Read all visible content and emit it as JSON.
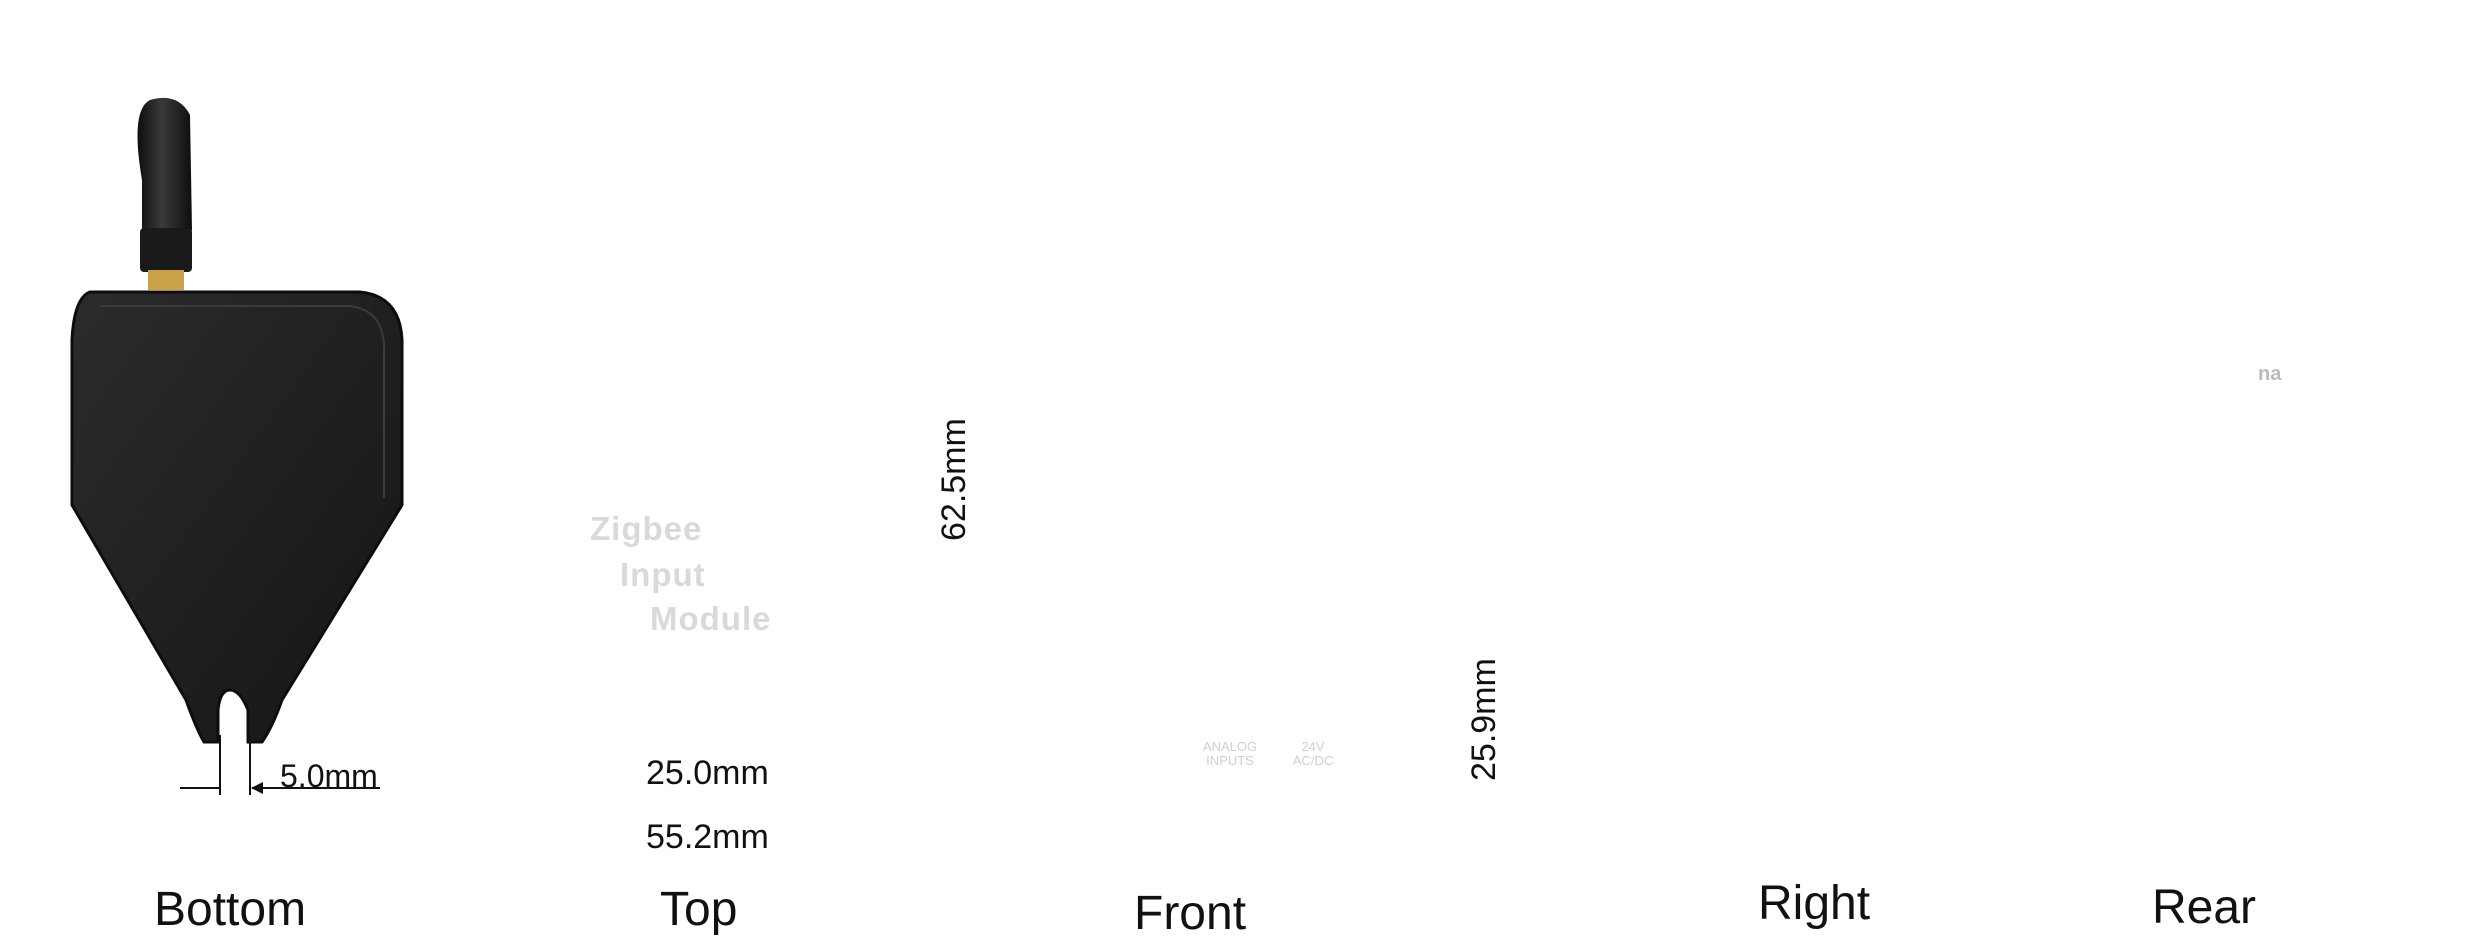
{
  "views": {
    "bottom": "Bottom",
    "top": "Top",
    "front": "Front",
    "right": "Right",
    "rear": "Rear"
  },
  "dimensions": {
    "slot_width": "5.0mm",
    "terminal_width": "25.0mm",
    "body_width": "55.2mm",
    "body_height": "62.5mm",
    "body_depth": "25.9mm"
  },
  "device": {
    "label_line1": "Zigbee",
    "label_line2": "Input",
    "label_line3": "Module",
    "terminal_left_line1": "ANALOG",
    "terminal_left_line2": "INPUTS",
    "terminal_right_line1": "24V",
    "terminal_right_line2": "AC/DC",
    "rear_marking": "na"
  },
  "colors": {
    "background": "#ffffff",
    "body": "#1b1b1b",
    "terminal": "#4caf6e",
    "connector": "#c9a24a",
    "ink": "#111111"
  }
}
